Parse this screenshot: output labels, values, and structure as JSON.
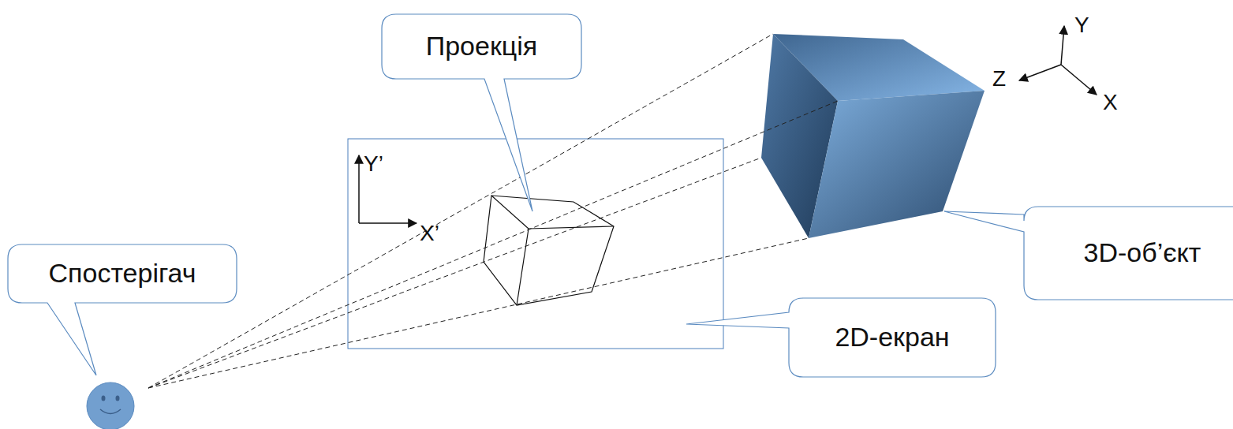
{
  "diagram": {
    "nodes": [
      {
        "text": [
          "Проекція"
        ]
      },
      {
        "text": [
          "3D-об’єкт"
        ]
      },
      {
        "text": [
          "Спостерігач"
        ]
      },
      {
        "text": [
          "2D-екран"
        ]
      }
    ],
    "labels": [
      "Y",
      "Z",
      "X",
      "Y’",
      "X’"
    ]
  }
}
